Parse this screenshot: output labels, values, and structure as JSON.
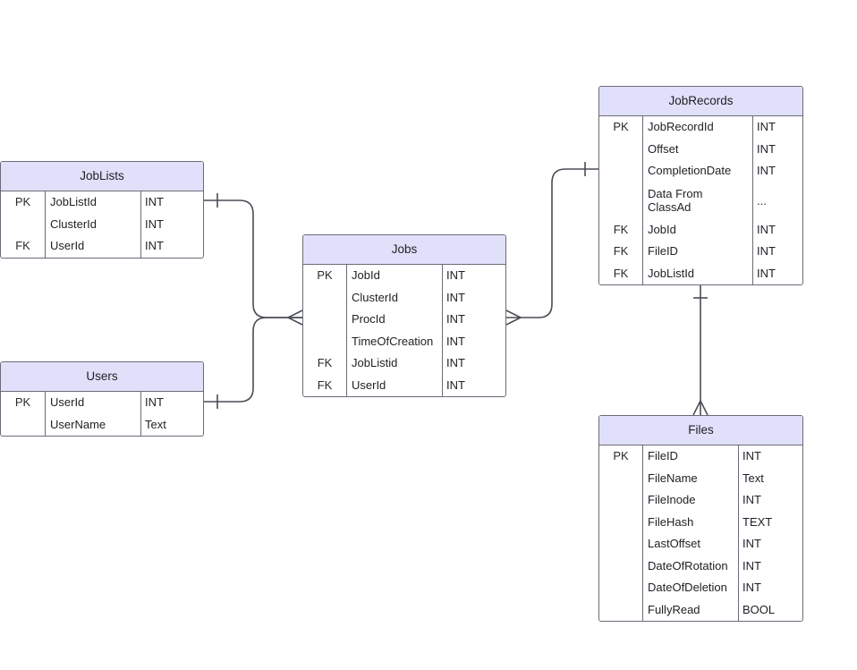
{
  "diagram": {
    "entities": [
      {
        "id": "joblists",
        "title": "JobLists",
        "rows": [
          {
            "key": "PK",
            "name": "JobListId",
            "type": "INT"
          },
          {
            "key": "",
            "name": "ClusterId",
            "type": "INT"
          },
          {
            "key": "FK",
            "name": "UserId",
            "type": "INT"
          }
        ]
      },
      {
        "id": "users",
        "title": "Users",
        "rows": [
          {
            "key": "PK",
            "name": "UserId",
            "type": "INT"
          },
          {
            "key": "",
            "name": "UserName",
            "type": "Text"
          }
        ]
      },
      {
        "id": "jobs",
        "title": "Jobs",
        "rows": [
          {
            "key": "PK",
            "name": "JobId",
            "type": "INT"
          },
          {
            "key": "",
            "name": "ClusterId",
            "type": "INT"
          },
          {
            "key": "",
            "name": "ProcId",
            "type": "INT"
          },
          {
            "key": "",
            "name": "TimeOfCreation",
            "type": "INT"
          },
          {
            "key": "FK",
            "name": "JobListid",
            "type": "INT"
          },
          {
            "key": "FK",
            "name": "UserId",
            "type": "INT"
          }
        ]
      },
      {
        "id": "jobrecords",
        "title": "JobRecords",
        "rows": [
          {
            "key": "PK",
            "name": "JobRecordId",
            "type": "INT"
          },
          {
            "key": "",
            "name": "Offset",
            "type": "INT"
          },
          {
            "key": "",
            "name": "CompletionDate",
            "type": "INT"
          },
          {
            "key": "",
            "name": "Data From ClassAd",
            "type": "..."
          },
          {
            "key": "FK",
            "name": "JobId",
            "type": "INT"
          },
          {
            "key": "FK",
            "name": "FileID",
            "type": "INT"
          },
          {
            "key": "FK",
            "name": "JobListId",
            "type": "INT"
          }
        ]
      },
      {
        "id": "files",
        "title": "Files",
        "rows": [
          {
            "key": "PK",
            "name": "FileID",
            "type": "INT"
          },
          {
            "key": "",
            "name": "FileName",
            "type": "Text"
          },
          {
            "key": "",
            "name": "FileInode",
            "type": "INT"
          },
          {
            "key": "",
            "name": "FileHash",
            "type": "TEXT"
          },
          {
            "key": "",
            "name": "LastOffset",
            "type": "INT"
          },
          {
            "key": "",
            "name": "DateOfRotation",
            "type": "INT"
          },
          {
            "key": "",
            "name": "DateOfDeletion",
            "type": "INT"
          },
          {
            "key": "",
            "name": "FullyRead",
            "type": "BOOL"
          }
        ]
      }
    ],
    "relationships": [
      {
        "from": "joblists",
        "to": "jobs",
        "from_card": "one",
        "to_card": "many"
      },
      {
        "from": "users",
        "to": "jobs",
        "from_card": "one",
        "to_card": "many"
      },
      {
        "from": "jobrecords",
        "to": "jobs",
        "from_card": "one",
        "to_card": "many"
      },
      {
        "from": "jobrecords",
        "to": "files",
        "from_card": "one",
        "to_card": "many"
      }
    ],
    "colors": {
      "header_fill": "#e0e0fb",
      "border": "#6b6b78",
      "line": "#4a4d57",
      "text": "#1f1f23"
    }
  }
}
